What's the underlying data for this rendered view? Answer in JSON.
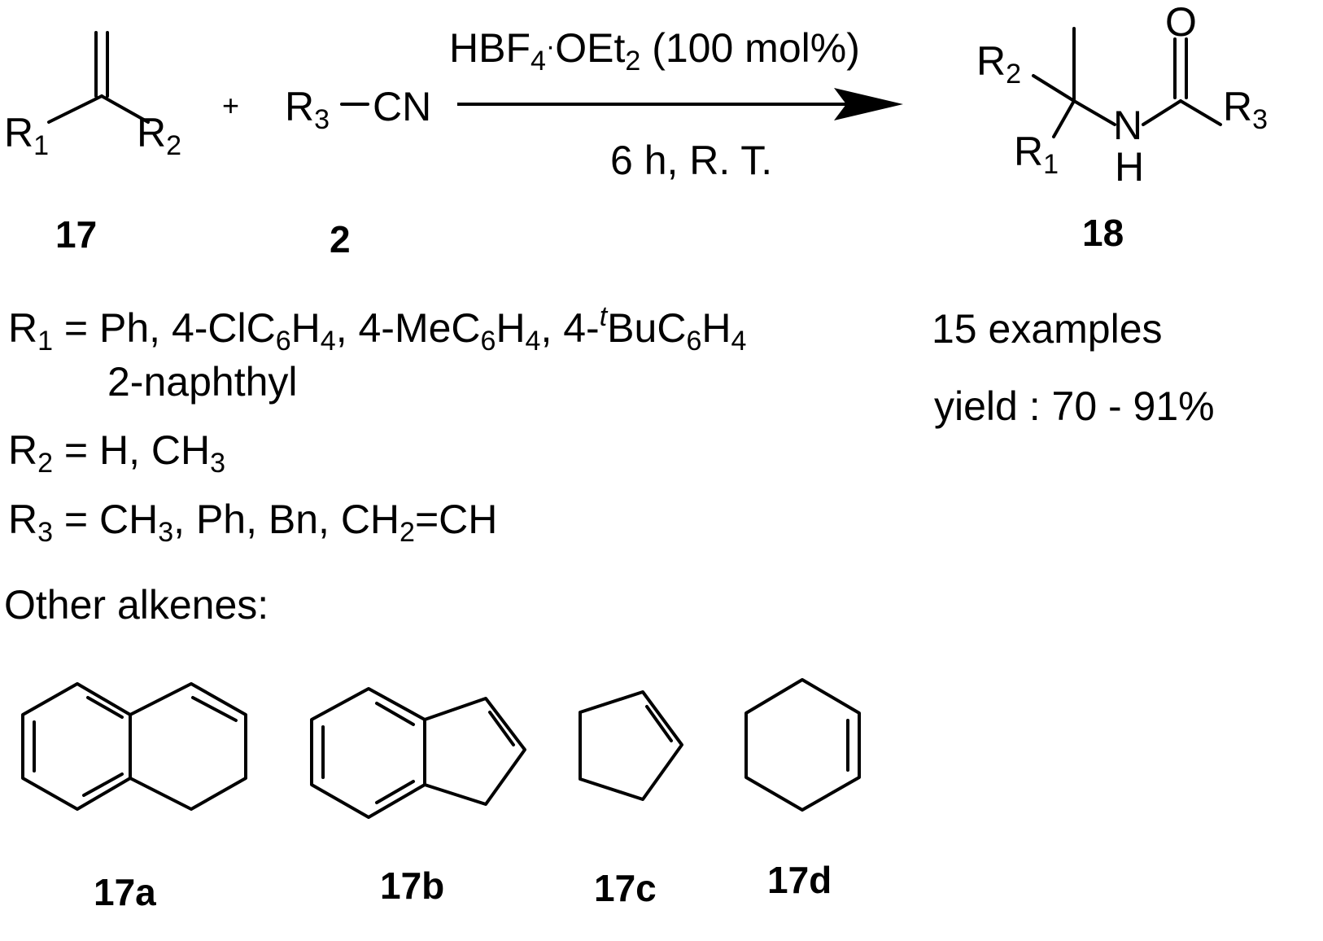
{
  "reaction": {
    "reagent_main": "HBF",
    "reagent_sub4": "4",
    "reagent_dot": "·",
    "reagent_oet": "OEt",
    "reagent_sub2": "2",
    "reagent_amount": " (100 mol%)",
    "conditions": "6 h, R. T.",
    "plus": "+"
  },
  "reactant_alkene": {
    "r1": "R",
    "r1_sub": "1",
    "r2": "R",
    "r2_sub": "2",
    "label": "17"
  },
  "reactant_nitrile": {
    "r3": "R",
    "r3_sub": "3",
    "cn": "CN",
    "label": "2"
  },
  "product": {
    "r2": "R",
    "r2_sub": "2",
    "r1": "R",
    "r1_sub": "1",
    "r3": "R",
    "r3_sub": "3",
    "o": "O",
    "n": "N",
    "h": "H",
    "label": "18"
  },
  "substituents": {
    "r1_def": {
      "lead": "R",
      "lead_sub": "1",
      "p1": " = Ph, 4-ClC",
      "s1": "6",
      "p2": "H",
      "s2": "4",
      "p3": ", 4-MeC",
      "s3": "6",
      "p4": "H",
      "s4": "4",
      "p5": ", 4-",
      "sup": "t",
      "p6": "BuC",
      "s5": "6",
      "p7": "H",
      "s6": "4"
    },
    "r1_cont": "2-naphthyl",
    "r2_def": {
      "lead": "R",
      "lead_sub": "2",
      "p1": " = H, CH",
      "s1": "3"
    },
    "r3_def": {
      "lead": "R",
      "lead_sub": "3",
      "p1": " = CH",
      "s1": "3",
      "p2": ", Ph, Bn, CH",
      "s2": "2",
      "p3": "=CH"
    }
  },
  "summary": {
    "examples": "15  examples",
    "yield": "yield : 70 - 91%"
  },
  "other_alkenes": {
    "heading": "Other alkenes:",
    "labels": [
      "17a",
      "17b",
      "17c",
      "17d"
    ]
  }
}
